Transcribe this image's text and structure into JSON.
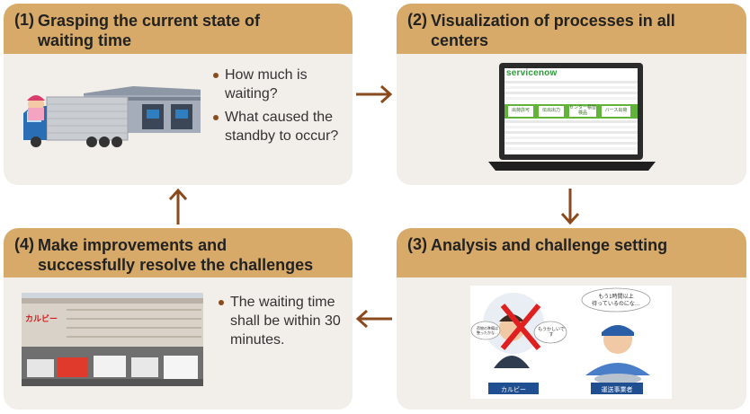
{
  "steps": [
    {
      "number": "(1)",
      "title_line1": "Grasping the current state of",
      "title_line2": "waiting time",
      "bullets": [
        "How much is waiting?",
        "What caused the standby to occur?"
      ]
    },
    {
      "number": "(2)",
      "title_line1": "Visualization of processes in all",
      "title_line2": "centers",
      "screen": {
        "logo": "servicenow",
        "process_steps": [
          "出荷許可",
          "伝出出力",
          "センター積替\n検品",
          "バース出荷"
        ]
      }
    },
    {
      "number": "(3)",
      "title_line1": "Analysis and challenge setting",
      "left_person_label": "カルビー",
      "right_person_label": "運送事業者",
      "right_bubble": "もう1時間以上\n待っているのにな…",
      "left_bubble_small": "荷物の準備は\n整ったかな…",
      "left_bubble_cross": "もうかしいです"
    },
    {
      "number": "(4)",
      "title_line1": "Make improvements and",
      "title_line2": "successfully resolve the challenges",
      "bullets": [
        "The waiting time shall be within 30 minutes."
      ],
      "building_sign": "カルビー"
    }
  ],
  "colors": {
    "header": "#d7aa69",
    "panel": "#f2eee9",
    "arrow": "#8b4a1d"
  }
}
